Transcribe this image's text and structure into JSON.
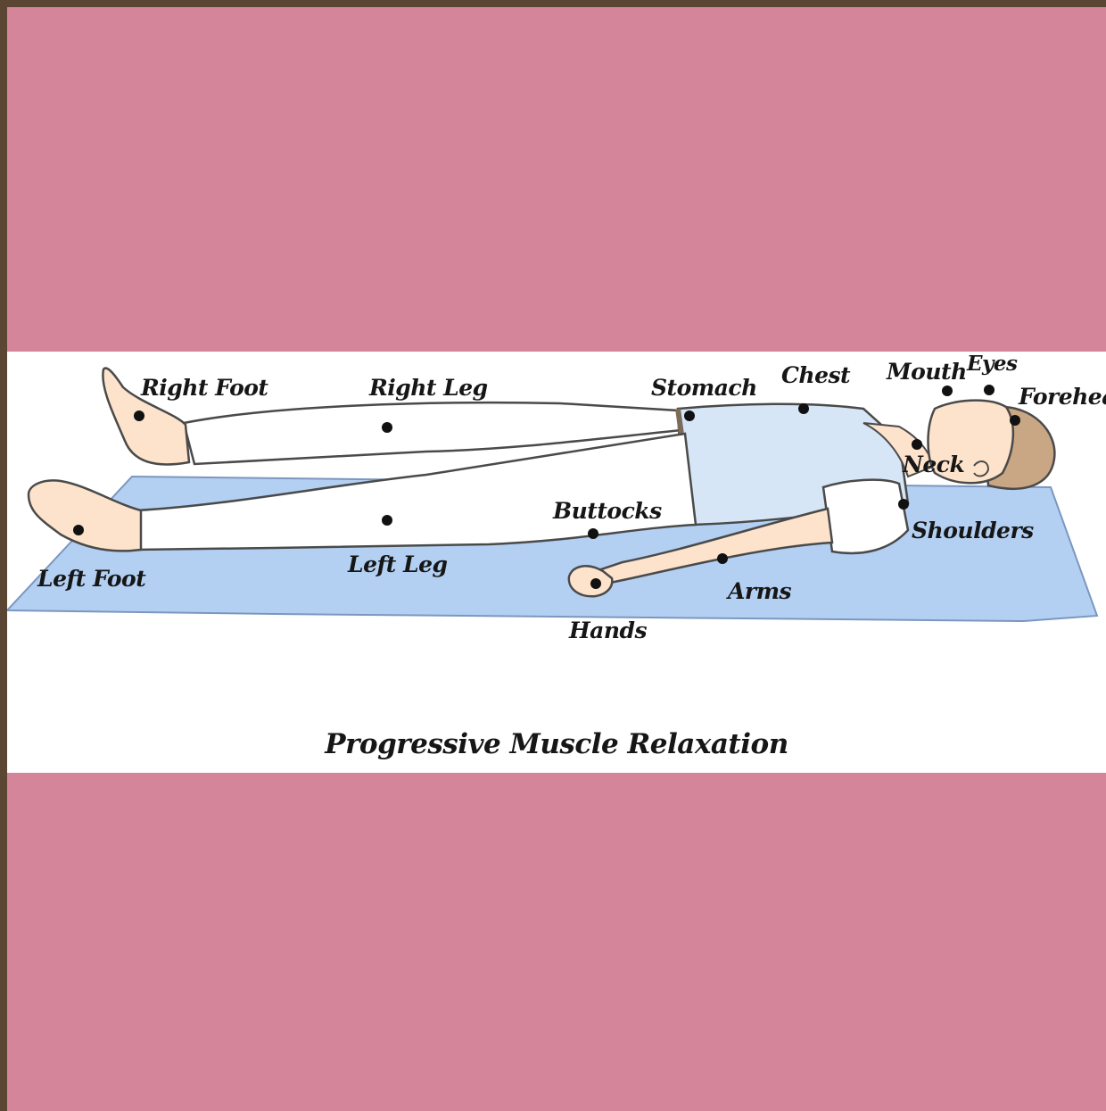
{
  "colors": {
    "band": "#d58599",
    "frame": "#5a4632",
    "mat": "#b3d0f3",
    "shirt": "#d7e6f6",
    "skin": "#fde3cb",
    "hair": "#c9a784"
  },
  "labels": {
    "right_foot": "Right Foot",
    "right_leg": "Right Leg",
    "stomach": "Stomach",
    "chest": "Chest",
    "mouth": "Mouth",
    "eyes": "Eyes",
    "forehead": "Forehead",
    "neck": "Neck",
    "shoulders": "Shoulders",
    "buttocks": "Buttocks",
    "left_foot": "Left Foot",
    "left_leg": "Left Leg",
    "arms": "Arms",
    "hands": "Hands"
  },
  "caption": "Progressive Muscle Relaxation"
}
